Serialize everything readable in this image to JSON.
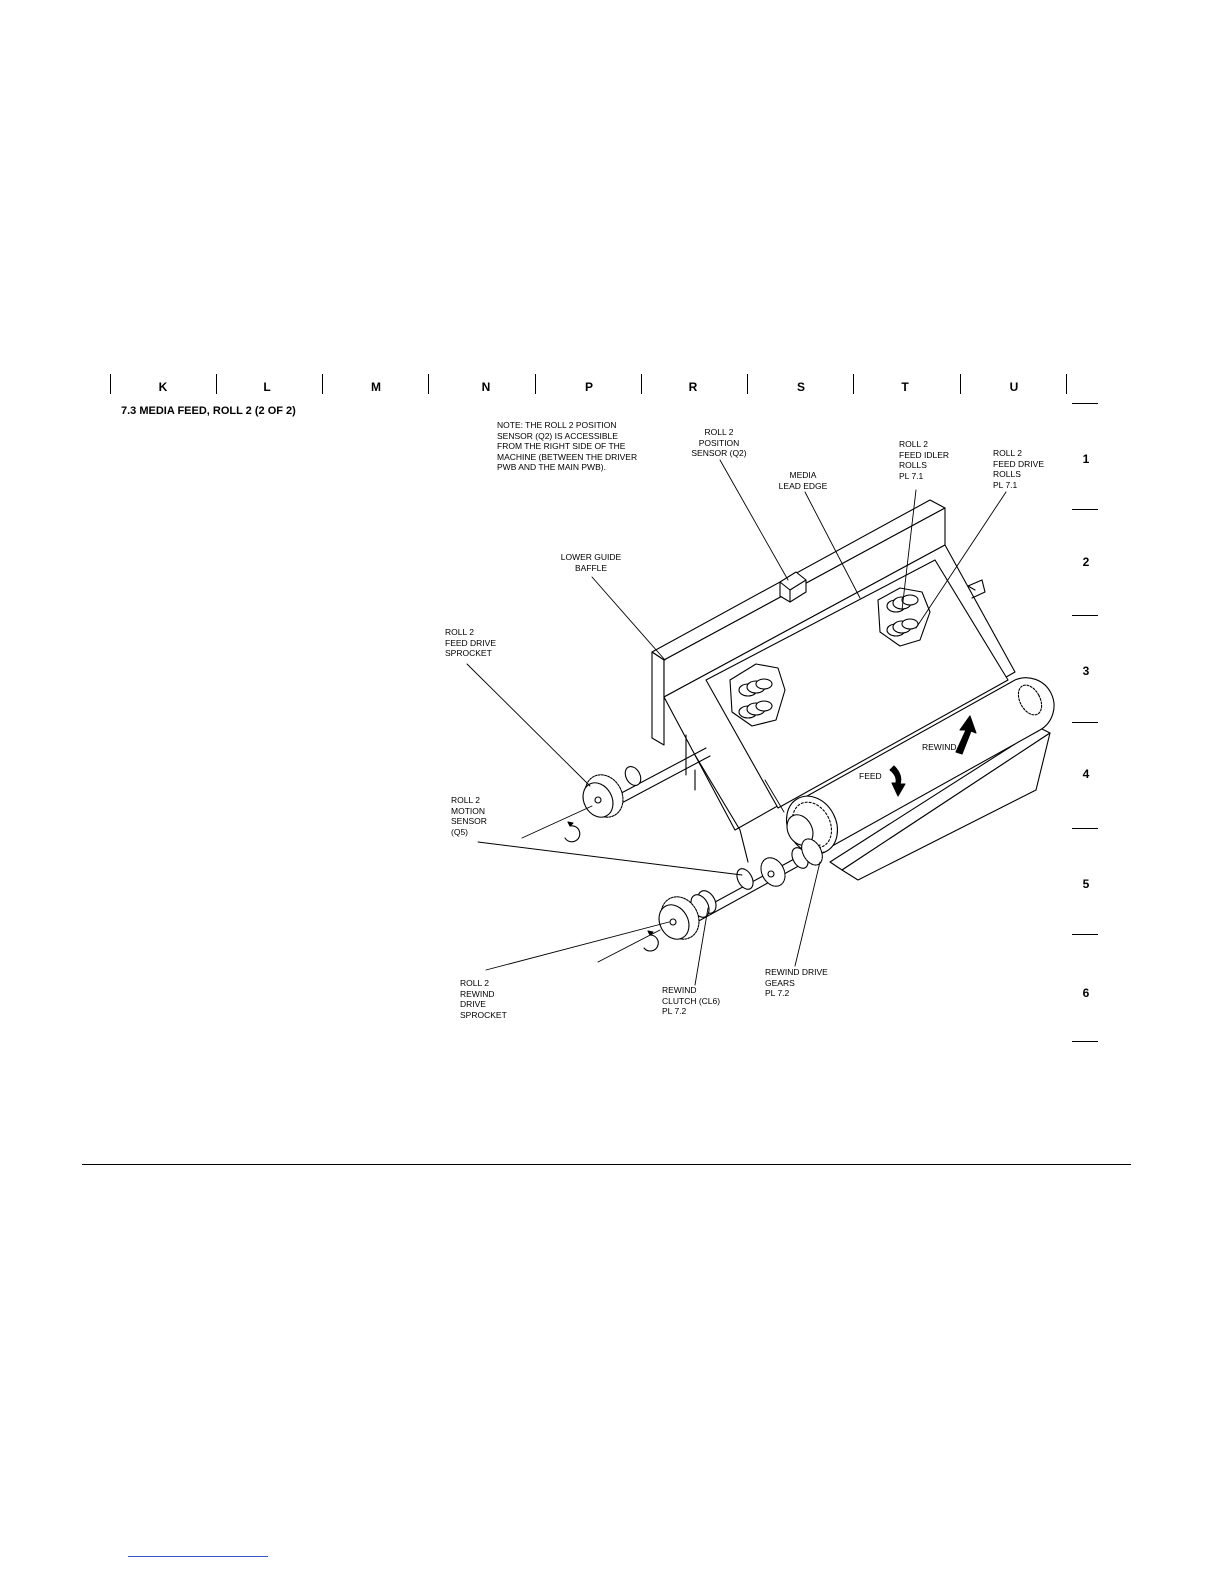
{
  "grid": {
    "columns": [
      "K",
      "L",
      "M",
      "N",
      "P",
      "R",
      "S",
      "T",
      "U"
    ],
    "rows": [
      "1",
      "2",
      "3",
      "4",
      "5",
      "6"
    ]
  },
  "section_title": "7.3  MEDIA FEED, ROLL 2 (2 OF 2)",
  "callouts": {
    "note": "NOTE:  THE ROLL 2 POSITION\nSENSOR (Q2) IS ACCESSIBLE\nFROM THE RIGHT SIDE OF THE\nMACHINE (BETWEEN THE DRIVER\nPWB AND THE MAIN PWB).",
    "position_sensor": "ROLL 2\nPOSITION\nSENSOR (Q2)",
    "media_lead_edge": "MEDIA\nLEAD EDGE",
    "feed_idler_rolls": "ROLL 2\nFEED IDLER\nROLLS\nPL 7.1",
    "feed_drive_rolls": "ROLL 2\nFEED DRIVE\nROLLS\nPL 7.1",
    "lower_guide_baffle": "LOWER GUIDE\nBAFFLE",
    "feed_drive_sprocket": "ROLL 2\nFEED DRIVE\nSPROCKET",
    "rewind": "REWIND",
    "feed": "FEED",
    "motion_sensor": "ROLL 2\nMOTION\nSENSOR\n(Q5)",
    "rewind_drive_sprocket": "ROLL 2\nREWIND\nDRIVE\nSPROCKET",
    "rewind_clutch": "REWIND\nCLUTCH (CL6)\nPL 7.2",
    "rewind_drive_gears": "REWIND DRIVE\nGEARS\nPL 7.2"
  }
}
